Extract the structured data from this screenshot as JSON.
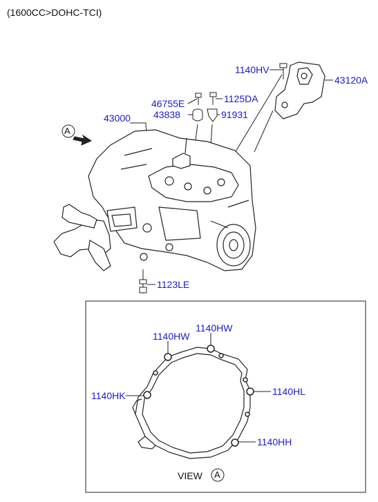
{
  "header": {
    "engine_spec": "(1600CC>DOHC-TCI)"
  },
  "parts": {
    "p_1140HV": "1140HV",
    "p_43120A": "43120A",
    "p_46755E": "46755E",
    "p_1125DA": "1125DA",
    "p_43838": "43838",
    "p_91931": "91931",
    "p_43000": "43000",
    "p_1123LE": "1123LE"
  },
  "view_a": {
    "title": "VIEW",
    "marker": "A",
    "bolts": {
      "hw_left": "1140HW",
      "hw_right": "1140HW",
      "hk": "1140HK",
      "hl": "1140HL",
      "hh": "1140HH"
    }
  },
  "arrow_marker": "A",
  "colors": {
    "label": "#1a1acc",
    "line": "#222222"
  }
}
